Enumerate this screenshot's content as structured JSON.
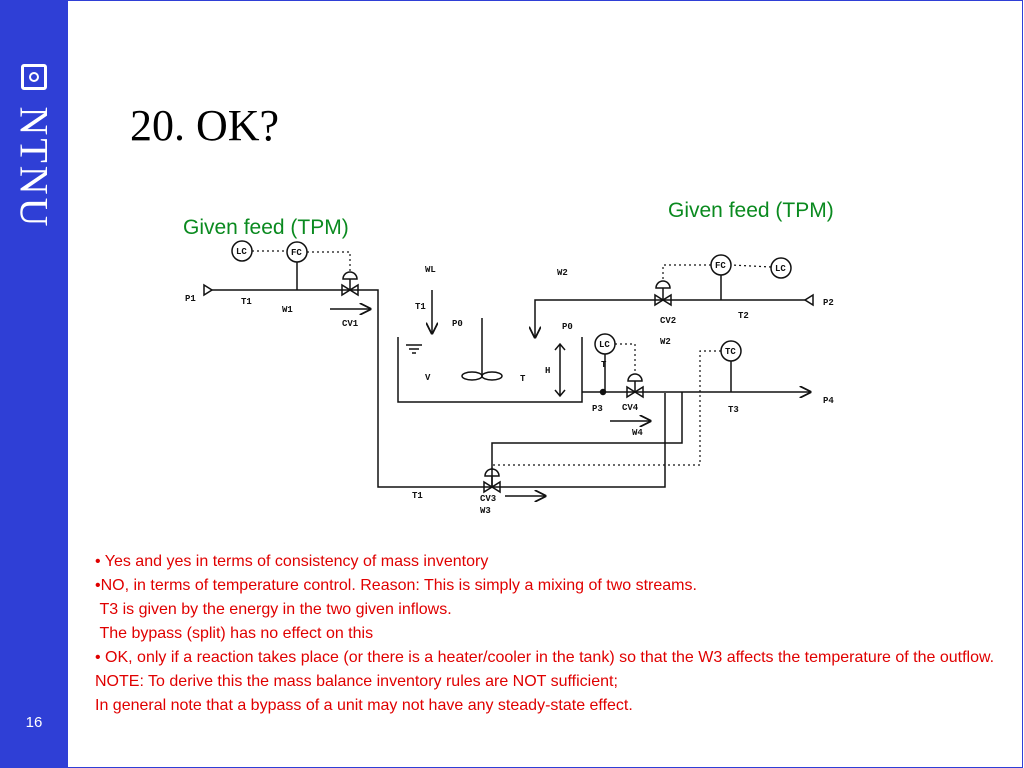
{
  "brand": "NTNU",
  "page_number": "16",
  "title": "20. OK?",
  "feed_labels": {
    "left": "Given feed (TPM)",
    "right": "Given feed (TPM)"
  },
  "diagram_labels": {
    "p1": "P1",
    "t1_in": "T1",
    "w1": "W1",
    "cv1": "CV1",
    "lc1": "LC",
    "fc1": "FC",
    "wl": "WL",
    "t1_tank": "T1",
    "p0_left": "P0",
    "p0_right": "P0",
    "v": "V",
    "t_tank": "T",
    "h": "H",
    "w2_top": "W2",
    "cv2": "CV2",
    "w2_right": "W2",
    "t2": "T2",
    "p2": "P2",
    "fc2": "FC",
    "lc2": "LC",
    "lc3": "LC",
    "t_small": "T",
    "p3": "P3",
    "cv4": "CV4",
    "w4": "W4",
    "tc": "TC",
    "t3": "T3",
    "p4": "P4",
    "t1_bottom": "T1",
    "cv3": "CV3",
    "w3": "W3"
  },
  "notes": [
    "• Yes and yes in terms of consistency of mass inventory",
    "•NO, in terms of temperature control. Reason: This is simply a mixing of two streams.",
    " T3 is given by the energy in the two given inflows.",
    " The bypass (split) has no effect on this",
    "• OK, only if a reaction takes place (or there is a heater/cooler in the tank) so that the W3 affects the temperature of the outflow.",
    "NOTE: To derive this the mass balance inventory rules are NOT sufficient;",
    "In general note that a bypass of a unit may not have any steady-state effect."
  ]
}
